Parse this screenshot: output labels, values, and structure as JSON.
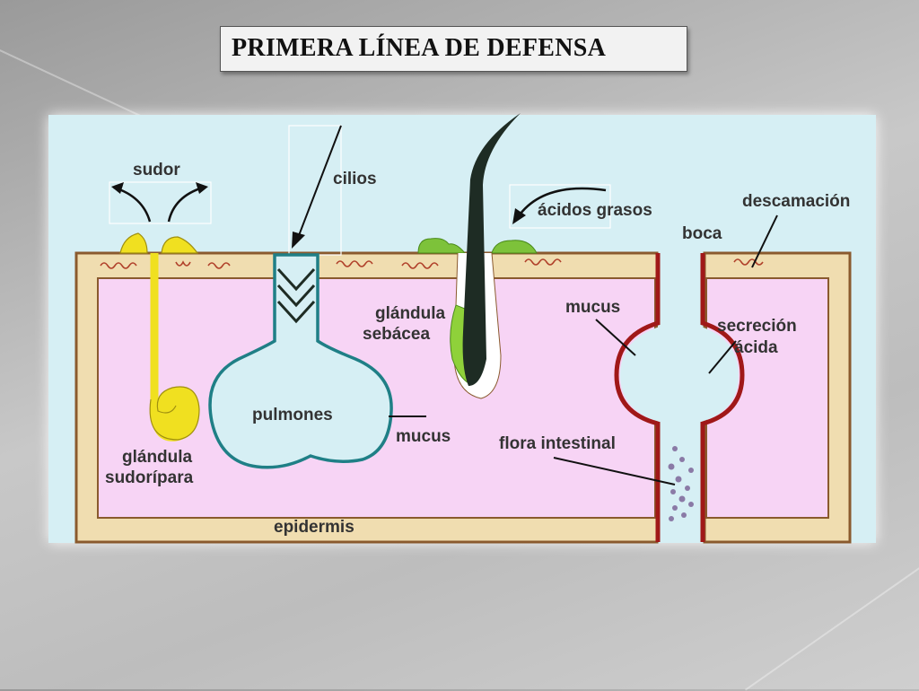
{
  "title": "PRIMERA LÍNEA DE DEFENSA",
  "labels": {
    "sudor": "sudor",
    "cilios": "cilios",
    "acidos_grasos": "ácidos grasos",
    "descamacion": "descamación",
    "boca": "boca",
    "glandula_sebacea_1": "glándula",
    "glandula_sebacea_2": "sebácea",
    "mucus_top": "mucus",
    "secrecion_1": "secreción",
    "secrecion_2": "ácida",
    "pulmones": "pulmones",
    "mucus_lungs": "mucus",
    "flora": "flora intestinal",
    "glandula_sudoripara_1": "glándula",
    "glandula_sudoripara_2": "sudorípara",
    "epidermis": "epidermis"
  },
  "colors": {
    "panel": "#d6eff4",
    "skin_border": "#f0ddb0",
    "skin_outline": "#8a5a2e",
    "tissue": "#f7d4f5",
    "sweat_gland": "#f0e020",
    "lungs_outline": "#1f7f86",
    "hair": "#1e2c24",
    "sebaceous": "#8fd13a",
    "gut_wall": "#a01818",
    "flora_dots": "#8a7aa6"
  }
}
